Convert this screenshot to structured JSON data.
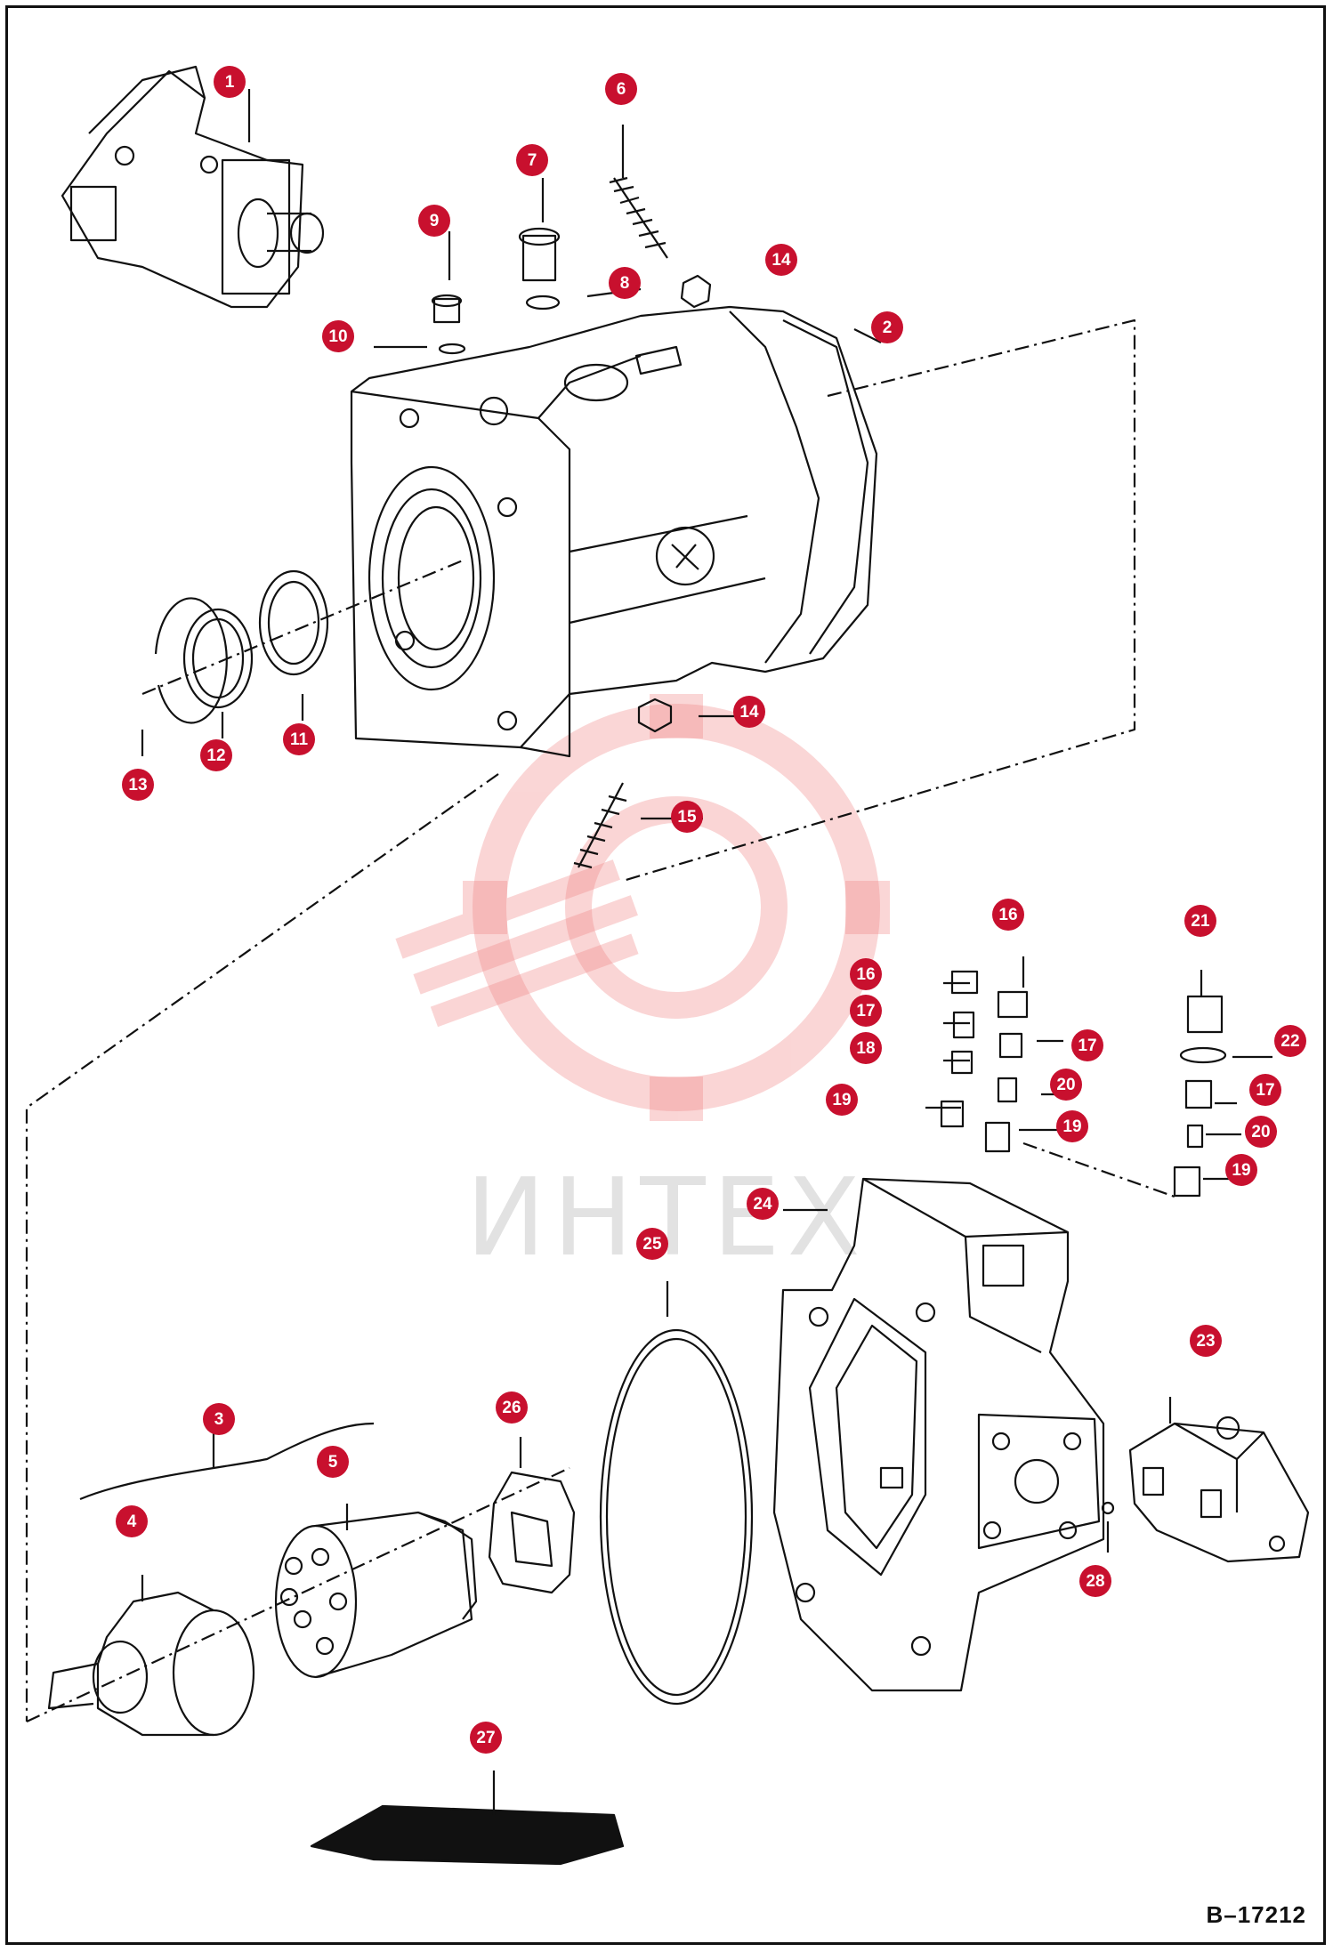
{
  "diagram": {
    "figure_ref": "B–17212",
    "watermark": "ИНТЕХ",
    "colors": {
      "callout": "#c8102e",
      "line": "#111111",
      "watermark": "#f2a6a6"
    },
    "callouts": [
      "1",
      "2",
      "3",
      "4",
      "5",
      "6",
      "7",
      "8",
      "9",
      "10",
      "11",
      "12",
      "13",
      "14",
      "14",
      "15",
      "16",
      "16",
      "17",
      "17",
      "17",
      "18",
      "19",
      "19",
      "19",
      "20",
      "20",
      "21",
      "22",
      "23",
      "24",
      "25",
      "26",
      "27",
      "28"
    ]
  }
}
